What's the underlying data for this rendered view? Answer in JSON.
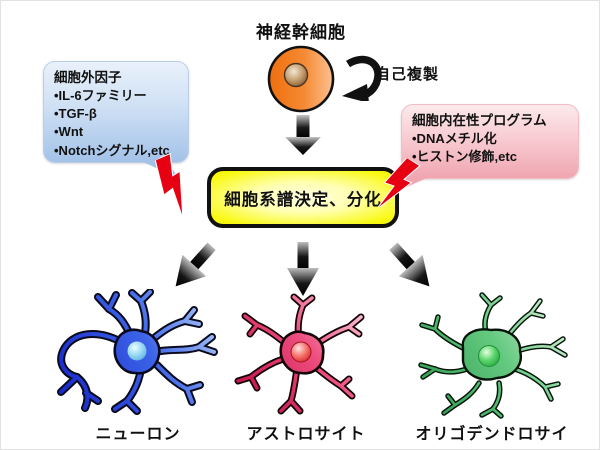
{
  "diagram": {
    "title": "神経幹細胞",
    "self_renewal_label": "自己複製",
    "decision_box_label": "細胞系譜決定、分化"
  },
  "extrinsic_callout": {
    "title": "細胞外因子",
    "items": [
      "•IL-6ファミリー",
      "•TGF-β",
      "•Wnt",
      "•Notchシグナル,etc"
    ]
  },
  "intrinsic_callout": {
    "title": "細胞内在性プログラム",
    "items": [
      "•DNAメチル化",
      "•ヒストン修飾,etc"
    ]
  },
  "cell_types": [
    {
      "label": "ニューロン",
      "color": "#2b44d4"
    },
    {
      "label": "アストロサイト",
      "color": "#e03366"
    },
    {
      "label": "オリゴデンドロサイト",
      "color": "#4cbb66"
    }
  ],
  "colors": {
    "stem_cell_body": "#f07818",
    "stem_cell_nucleus": "#8a5a30",
    "lightning": "#e60012",
    "extrinsic_box": "#a3c2e8",
    "intrinsic_box": "#f0a6b1",
    "decision_box": "#f9f913",
    "arrow": "#000000"
  }
}
